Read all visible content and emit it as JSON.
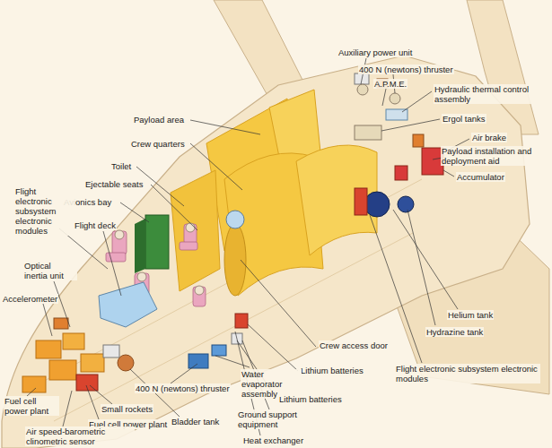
{
  "diagram": {
    "labels": [
      "Auxiliary power unit",
      "400 N (newtons) thruster",
      "A.P.M.E.",
      "Hydraulic thermal control assembly",
      "Ergol tanks",
      "Air brake",
      "Payload installation and deployment aid",
      "Accumulator",
      "Payload area",
      "Crew quarters",
      "Toilet",
      "Ejectable seats",
      "Avionics bay",
      "Flight electronic subsystem electronic modules",
      "Flight deck",
      "Optical inertia unit",
      "Accelerometer",
      "Helium tank",
      "Hydrazine tank",
      "Crew access door",
      "Lithium batteries",
      "Water evaporator assembly",
      "Lithium batteries",
      "Flight electronic subsystem electronic modules",
      "Fuel cell power plant",
      "Small rockets",
      "Fuel cell power plant",
      "400 N (newtons) thruster",
      "Bladder tank",
      "Ground support equipment",
      "Heat exchanger",
      "Air speed-barometric clinometric sensor"
    ]
  }
}
